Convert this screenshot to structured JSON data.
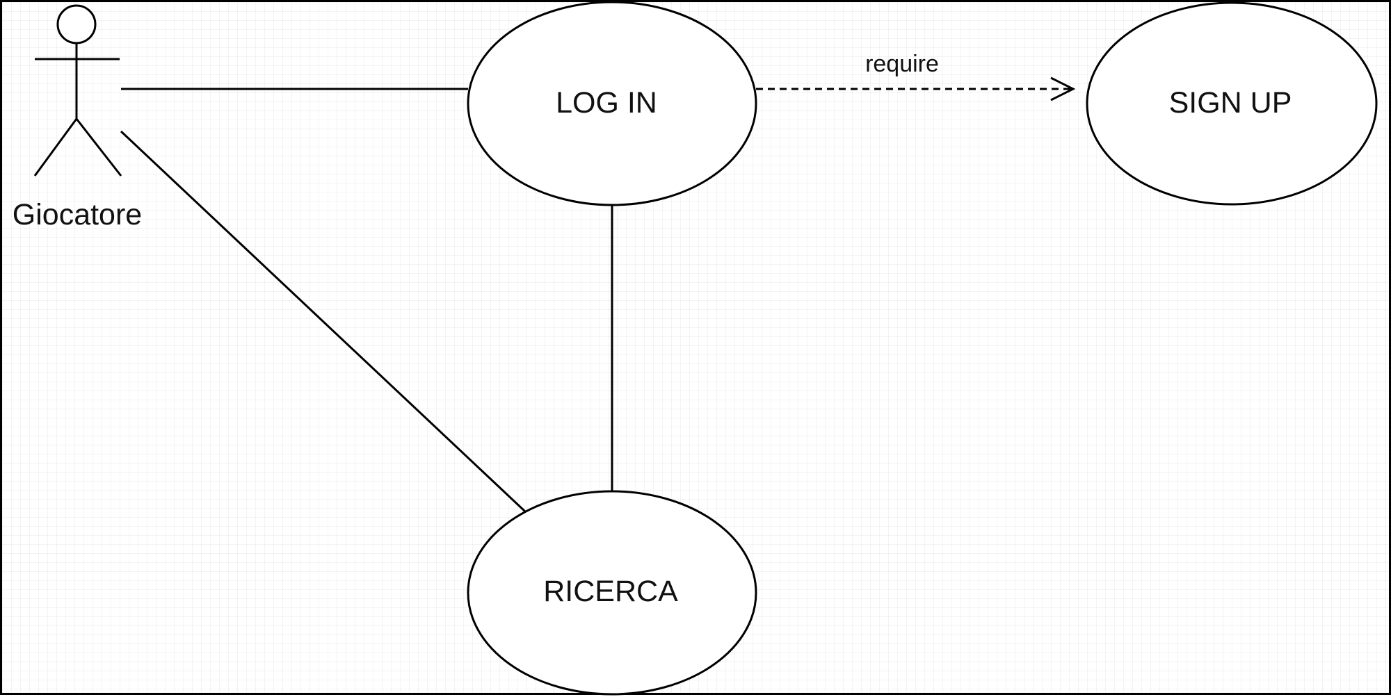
{
  "diagram": {
    "actor": {
      "name": "Giocatore"
    },
    "use_cases": {
      "login": "LOG IN",
      "signup": "SIGN UP",
      "ricerca": "RICERCA"
    },
    "edges": {
      "require_label": "require"
    }
  },
  "colors": {
    "stroke": "#000000",
    "background": "#ffffff"
  }
}
